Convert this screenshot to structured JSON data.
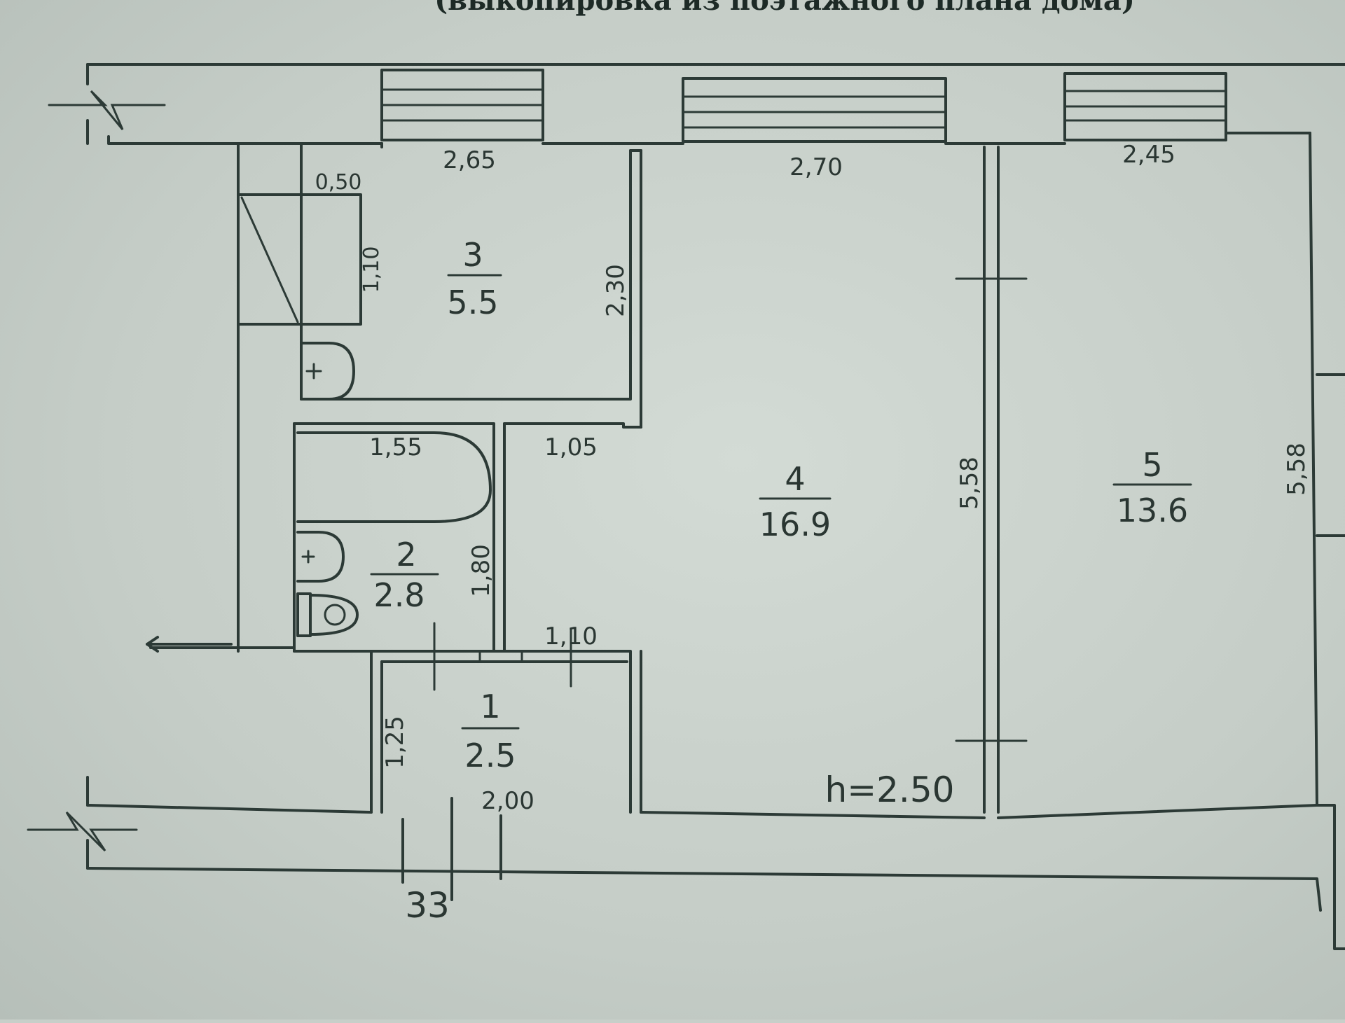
{
  "header_text": "(выкопировка из поэтажного плана дома)",
  "ceiling_height": "h=2.50",
  "wall_thickness_label": "33",
  "rooms": [
    {
      "number": "1",
      "area": "2.5"
    },
    {
      "number": "2",
      "area": "2.8"
    },
    {
      "number": "3",
      "area": "5.5"
    },
    {
      "number": "4",
      "area": "16.9"
    },
    {
      "number": "5",
      "area": "13.6"
    }
  ],
  "dimensions": {
    "top_kitchen": "2,65",
    "top_room4": "2,70",
    "top_room5": "2,45",
    "stove_width": "0,50",
    "stove_depth": "1,10",
    "kitchen_height": "2,30",
    "bath_width": "1,55",
    "corridor_width": "1,05",
    "bath_height": "1,80",
    "hall_width": "1,10",
    "hall_height": "1,25",
    "entry_width": "2,00",
    "room4_height": "5,58",
    "room5_height": "5,58"
  }
}
